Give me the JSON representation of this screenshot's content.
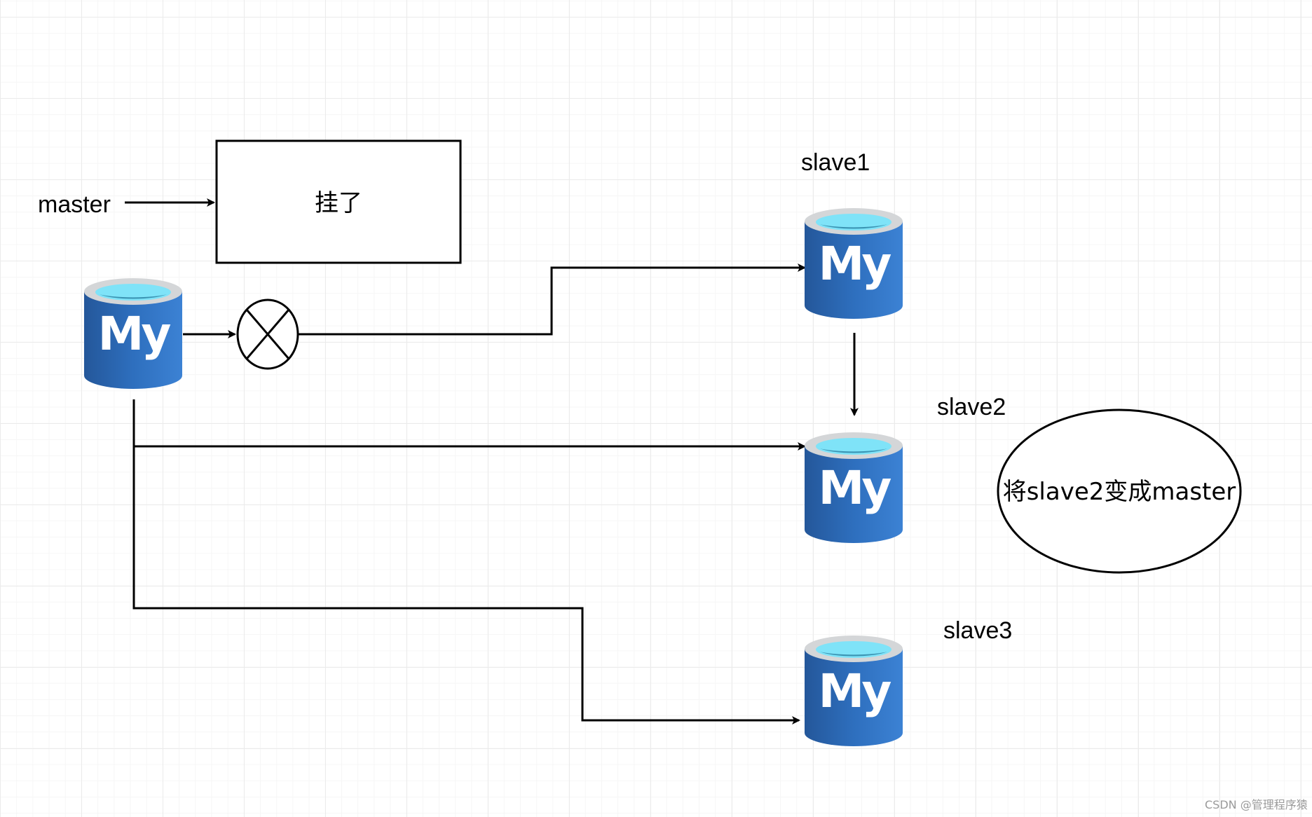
{
  "labels": {
    "master": "master",
    "down_box": "挂了",
    "slave1": "slave1",
    "slave2": "slave2",
    "slave3": "slave3",
    "promote_note": "将slave2变成master",
    "watermark": "CSDN @管理程序猿"
  },
  "db_logo_text": "My",
  "colors": {
    "db_body": "#2e6fbe",
    "db_body_dark": "#24579a",
    "db_rim": "#d4d6d8",
    "db_water": "#7fe3f8",
    "line": "#000000"
  },
  "icons": {
    "db": "mysql-database-icon",
    "broken": "x-circle-icon"
  }
}
